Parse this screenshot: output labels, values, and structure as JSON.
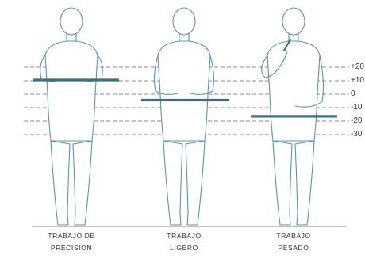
{
  "scale_labels": [
    "+20",
    "+10",
    "0",
    "-10",
    "-20",
    "-30"
  ],
  "workers": [
    {
      "caption_line1": "TRABAJO  DE",
      "caption_line2": "PRECISIÓN",
      "work_surface_level": 10
    },
    {
      "caption_line1": "TRABAJO",
      "caption_line2": "LIGERO",
      "work_surface_level": -5
    },
    {
      "caption_line1": "TRABAJO",
      "caption_line2": "PESADO",
      "work_surface_level": -17
    }
  ],
  "colors": {
    "figure_line": "#5e93a8",
    "figure_fill": "#ffffff",
    "surface": "#3f6f7e",
    "guide_dash": "#8a8a8a",
    "floor": "#9a9a9a",
    "text": "#333333"
  }
}
